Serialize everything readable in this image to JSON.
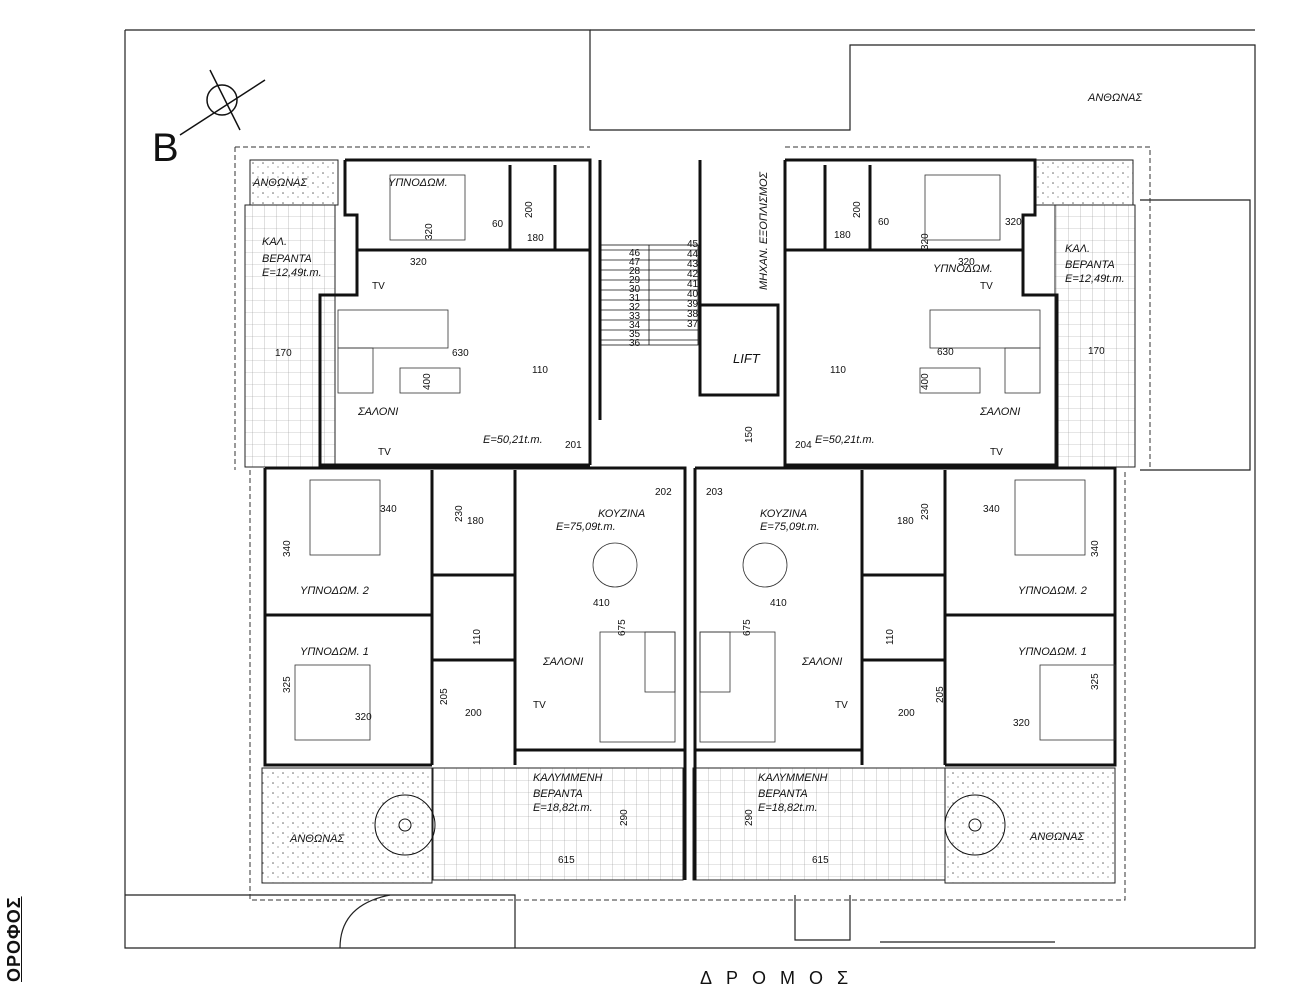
{
  "floor_label": "ΟΡΟΦΟΣ",
  "road_label": "ΔΡΟΜΟΣ",
  "north_marker": "B",
  "labels": {
    "flower_bed": "ΑΝΘΩΝΑΣ",
    "flower_bed_tl": "ΑΝΘΩΝΑΣ",
    "covered_veranda_line1": "ΚΑΛ.",
    "covered_veranda_line2": "ΒΕΡΑΝΤΑ",
    "covered_veranda_area": "E=12,49t.m.",
    "bedroom": "ΥΠΝΟΔΩΜ.",
    "living": "ΣΑΛΟΝΙ",
    "machinery": "ΜΗΧΑΝ. ΕΞΟΠΛΙΣΜΟΣ",
    "lift": "LIFT",
    "kitchen": "ΚΟΥΖΙΝΑ",
    "bedroom2": "ΥΠΝΟΔΩΜ. 2",
    "bedroom1": "ΥΠΝΟΔΩΜ. 1",
    "covered_veranda_big": "ΚΑΛΥΜΜΕΝΗ",
    "veranda": "ΒΕΡΑΝΤΑ",
    "area_upper": "E=50,21t.m.",
    "area_kitchen": "E=75,09t.m.",
    "area_veranda": "E=18,82t.m.",
    "tv": "TV"
  },
  "units": [
    "201",
    "202",
    "203",
    "204"
  ],
  "dims": {
    "d320": "320",
    "d630": "630",
    "d400": "400",
    "d170": "170",
    "d110": "110",
    "d180": "180",
    "d200": "200",
    "d60": "60",
    "d340": "340",
    "d230": "230",
    "d410": "410",
    "d675": "675",
    "d325": "325",
    "d205": "205",
    "d290": "290",
    "d615": "615",
    "d150": "150"
  },
  "stair_steps_left": [
    "46",
    "47",
    "28",
    "29",
    "30",
    "31",
    "32",
    "33",
    "34",
    "35",
    "36"
  ],
  "stair_steps_right": [
    "45",
    "44",
    "43",
    "42",
    "41",
    "40",
    "39",
    "38",
    "37"
  ]
}
